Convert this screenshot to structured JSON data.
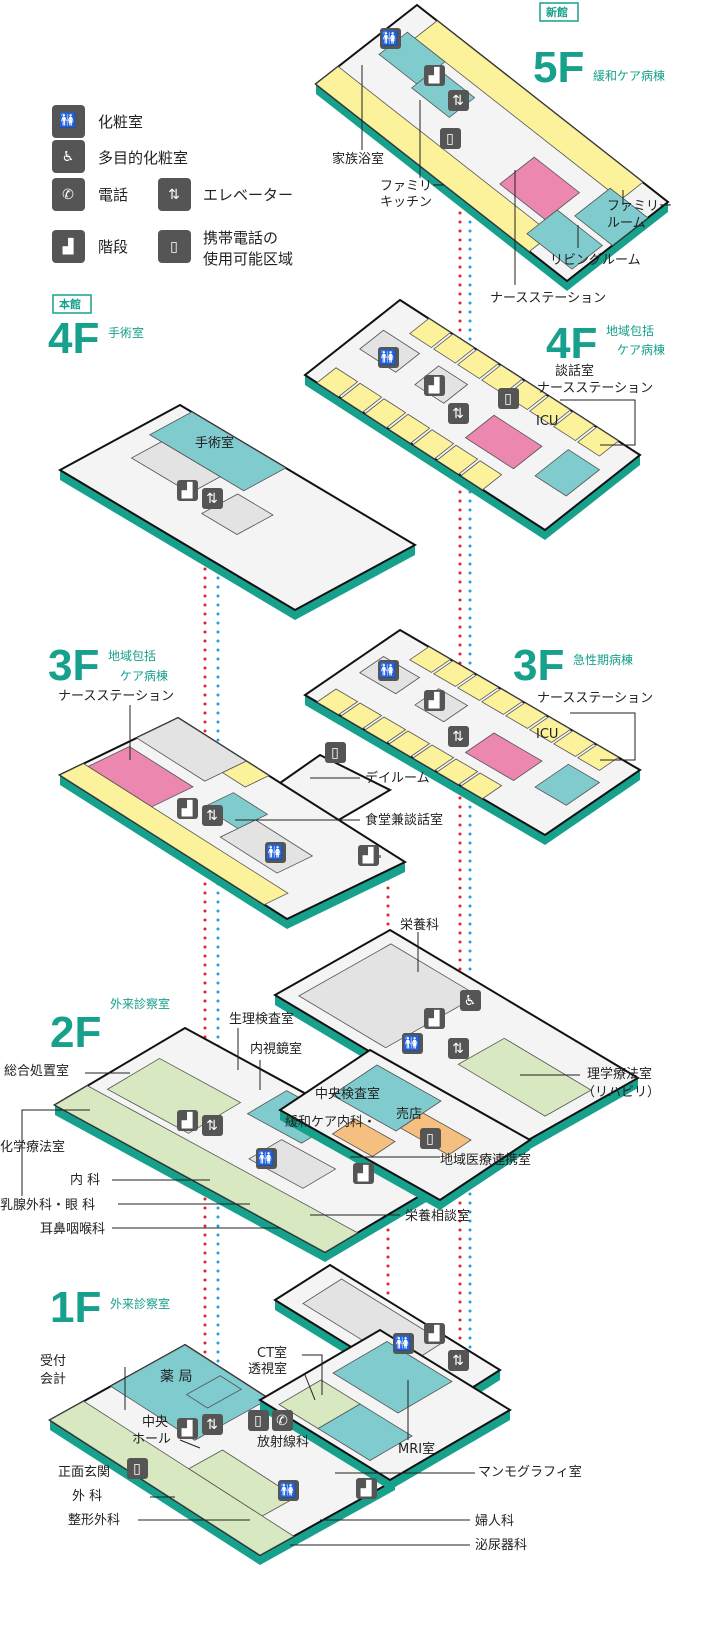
{
  "legend": [
    {
      "icon": "restroom-icon",
      "label": "化粧室"
    },
    {
      "icon": "accessible-restroom-icon",
      "label": "多目的化粧室"
    },
    {
      "icon": "phone-icon",
      "label": "電話"
    },
    {
      "icon": "elevator-icon",
      "label": "エレベーター"
    },
    {
      "icon": "stairs-icon",
      "label": "階段"
    },
    {
      "icon": "mobile-phone-icon",
      "label": "携帯電話の",
      "label2": "使用可能区域"
    }
  ],
  "floors": {
    "f5": {
      "badge": "新館",
      "title": "5F",
      "subtitle": "緩和ケア病棟",
      "labels": {
        "bath": "家族浴室",
        "kitchen1": "ファミリー",
        "kitchen2": "キッチン",
        "room1": "ファミリー",
        "room2": "ルーム",
        "living": "リビングルーム",
        "nurse": "ナースステーション"
      }
    },
    "f4": {
      "badge": "本館",
      "title": "4F",
      "subtitle": "手術室",
      "surgery": "手術室",
      "right_title": "4F",
      "right_sub1": "地域包括",
      "right_sub2": "ケア病棟",
      "labels": {
        "talk": "談話室",
        "nurse": "ナースステーション",
        "icu": "ICU"
      }
    },
    "f3": {
      "title": "3F",
      "sub1": "地域包括",
      "sub2": "ケア病棟",
      "nurse_left": "ナースステーション",
      "right_title": "3F",
      "right_sub": "急性期病棟",
      "nurse_right": "ナースステーション",
      "icu": "ICU",
      "dayroom": "デイルーム",
      "dining": "食堂兼談話室"
    },
    "f2": {
      "title": "2F",
      "subtitle": "外来診察室",
      "labels": {
        "nutrition": "栄養科",
        "physio_test": "生理検査室",
        "endoscopy": "内視鏡室",
        "treatment": "総合処置室",
        "rehab1": "理学療法室",
        "rehab2": "（リハビリ）",
        "central_lab": "中央検査室",
        "palliative": "緩和ケア内科・",
        "shop": "売店",
        "chemo": "化学療法室",
        "regional": "地域医療連携室",
        "internal": "内 科",
        "breast_eye": "乳腺外科・眼 科",
        "ent": "耳鼻咽喉科",
        "nutrition_consult": "栄養相談室"
      }
    },
    "f1": {
      "title": "1F",
      "subtitle": "外来診察室",
      "labels": {
        "reception1": "受付",
        "reception2": "会計",
        "pharmacy": "薬 局",
        "ct": "CT室",
        "fluoro": "透視室",
        "hall1": "中央",
        "hall2": "ホール",
        "radiology": "放射線科",
        "mri": "MRI室",
        "entrance": "正面玄関",
        "surgery": "外 科",
        "mammo": "マンモグラフィ室",
        "ortho": "整形外科",
        "gyn": "婦人科",
        "uro": "泌尿器科"
      }
    }
  },
  "colors": {
    "teal": "#17a08c",
    "room_teal": "#7fcbce",
    "yellow": "#fbf29b",
    "pink": "#ec87b0",
    "green": "#d8e8c0",
    "orange": "#f5c07f",
    "gray": "#e3e3e3",
    "floor": "#f4f4f4",
    "red_dot": "#e8202a",
    "blue_dot": "#1ea0e8"
  }
}
